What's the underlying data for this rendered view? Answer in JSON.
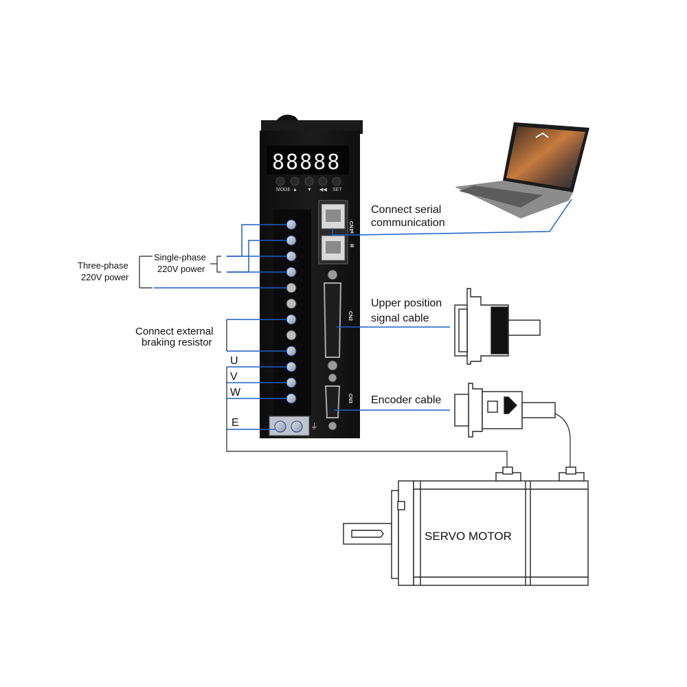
{
  "diagram": {
    "labels": {
      "three_phase": "Three-phase",
      "three_phase_2": "220V power",
      "single_phase": "Single-phase",
      "single_phase_2": "220V power",
      "braking": "Connect external",
      "braking_2": "braking resistor",
      "u": "U",
      "v": "V",
      "w": "W",
      "e": "E",
      "serial": "Connect serial",
      "serial_2": "communication",
      "upper": "Upper position",
      "upper_2": "signal cable",
      "encoder": "Encoder cable",
      "motor": "SERVO  MOTOR"
    },
    "drive": {
      "display": "88888",
      "buttons": [
        "MODE",
        "▲",
        "▼",
        "◀◀",
        "SET"
      ],
      "ports": {
        "cn1": "CN1",
        "cn1_a": "A",
        "cn1_b": "B",
        "cn2": "CN2",
        "cn3": "CN3"
      }
    },
    "colors": {
      "wire": "#1a5fc9",
      "drive": "#151515",
      "line": "#222222"
    }
  }
}
